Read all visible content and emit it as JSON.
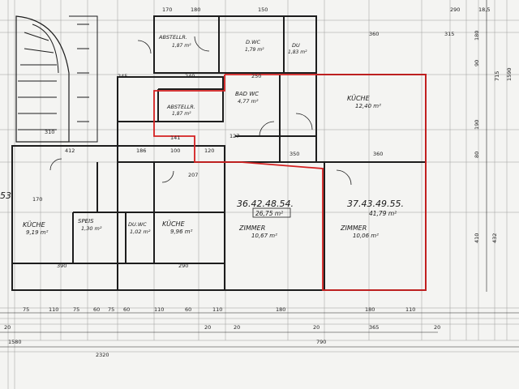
{
  "floor_plan": {
    "highlight_color": "#d42020",
    "line_color": "#1d1d1d",
    "unit_labels": [
      "36.42.48.54.",
      "37.43.49.55."
    ],
    "unit_areas": [
      "26,75 m²",
      "41,79 m²"
    ],
    "rooms": [
      {
        "name": "KÜCHE",
        "area": "9,19 m²"
      },
      {
        "name": "SPEIS",
        "area": "1,30 m²"
      },
      {
        "name": "DU.WC",
        "area": "1,02 m²"
      },
      {
        "name": "KÜCHE",
        "area": "9,96 m²"
      },
      {
        "name": "ZIMMER",
        "area": "10,67 m²"
      },
      {
        "name": "ZIMMER",
        "area": "10,06 m²"
      },
      {
        "name": "KÜCHE",
        "area": "12,40 m²"
      },
      {
        "name": "BAD WC",
        "area": "4,77 m²"
      },
      {
        "name": "ABSTELLR.",
        "area": "1,87 m²"
      },
      {
        "name": "ABSTELLR.",
        "area": "1,87 m²"
      },
      {
        "name": "D.WC",
        "area": "1,79 m²"
      },
      {
        "name": "DU",
        "area": "1,83 m²"
      }
    ],
    "dimensions": {
      "top": [
        "170",
        "180",
        "150",
        "360",
        "315",
        "290",
        "18,5"
      ],
      "upper_row": [
        "245",
        "240",
        "250"
      ],
      "middle_row": [
        "310",
        "412",
        "186",
        "127",
        "350",
        "360",
        "100",
        "141",
        "120"
      ],
      "lower_row": [
        "170",
        "207",
        "290",
        "390"
      ],
      "bottom_row": [
        "75",
        "110",
        "75",
        "60",
        "75",
        "60",
        "110",
        "60",
        "110",
        "180",
        "180",
        "110"
      ],
      "bottom_sub": [
        "20",
        "20",
        "20",
        "20",
        "20",
        "365"
      ],
      "overall": [
        "1580",
        "2320",
        "790"
      ],
      "right_side": [
        "180",
        "90",
        "715",
        "1590",
        "410",
        "80",
        "190",
        "432"
      ]
    },
    "edge_label": "53."
  }
}
